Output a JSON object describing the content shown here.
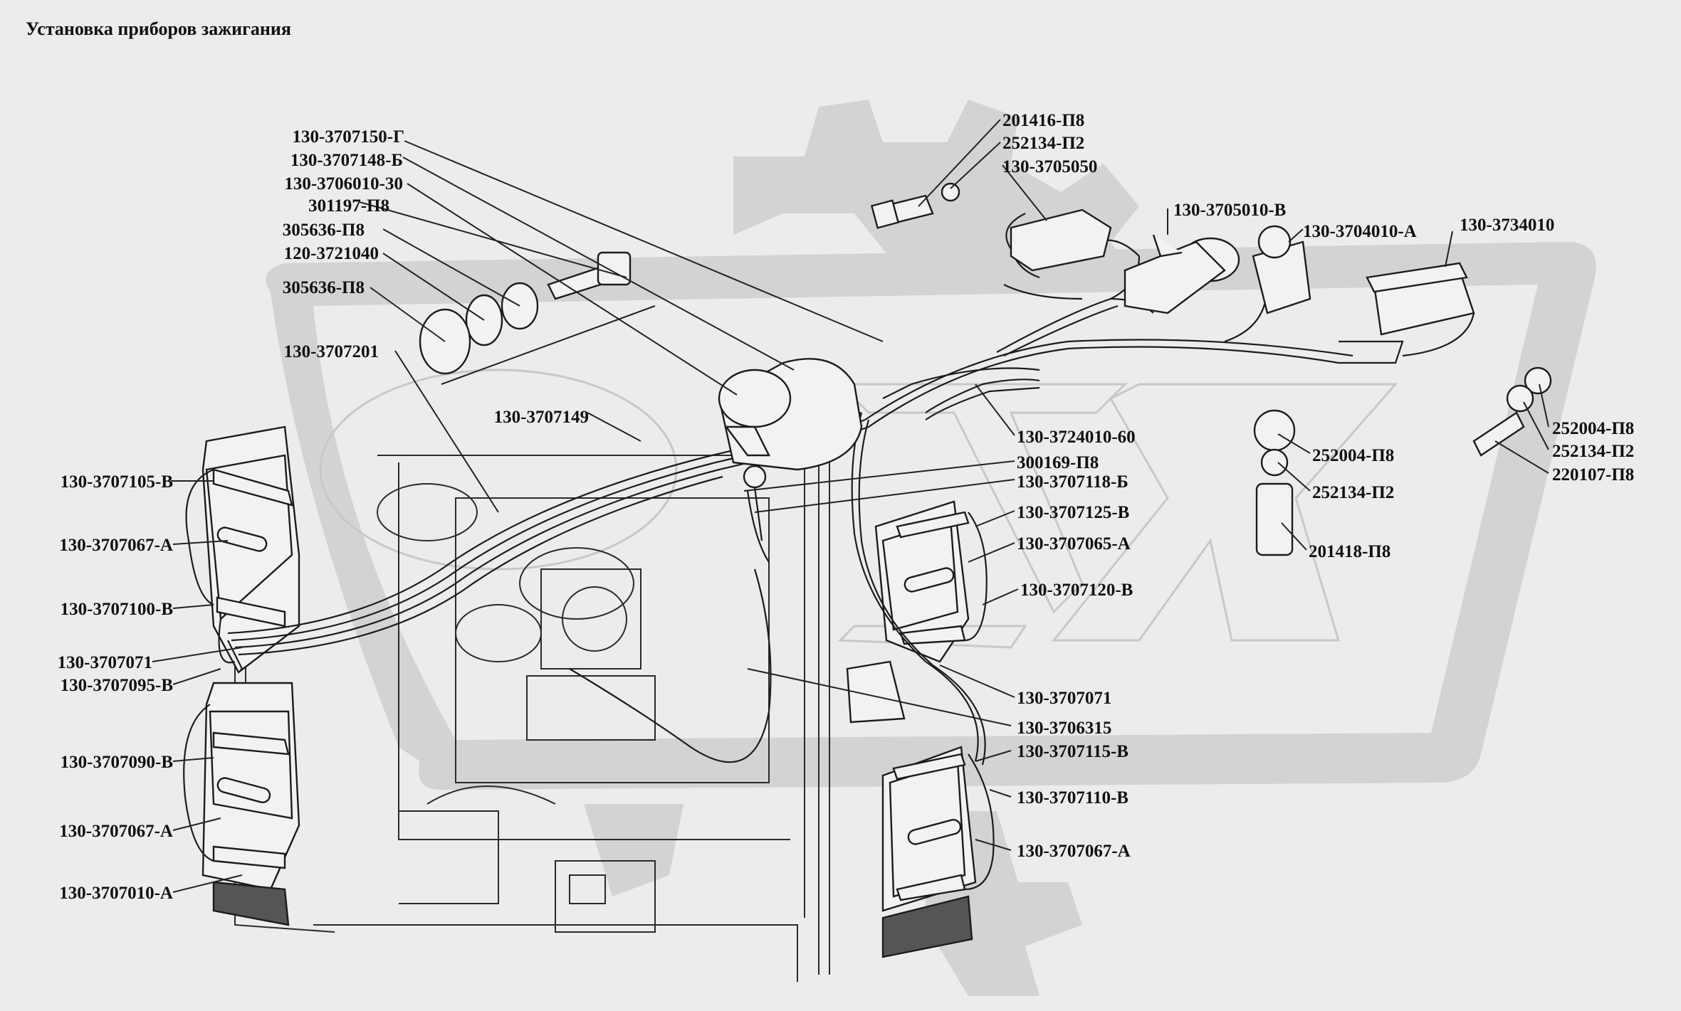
{
  "title": "Установка приборов зажигания",
  "colors": {
    "background": "#ececec",
    "watermark": "#d3d3d3",
    "ink": "#111111"
  },
  "callouts": [
    "130-3707150-Г",
    "130-3707148-Б",
    "130-3706010-30",
    "301197-П8",
    "305636-П8",
    "120-3721040",
    "305636-П8",
    "130-3707201",
    "130-3707149",
    "130-3707105-В",
    "130-3707067-А",
    "130-3707100-В",
    "130-3707071",
    "130-3707095-В",
    "130-3707090-В",
    "130-3707067-А",
    "130-3707010-А",
    "201416-П8",
    "252134-П2",
    "130-3705050",
    "130-3705010-В",
    "130-3704010-А",
    "130-3734010",
    "130-3724010-60",
    "300169-П8",
    "130-3707118-Б",
    "130-3707125-В",
    "130-3707065-А",
    "130-3707120-В",
    "130-3707071",
    "130-3706315",
    "130-3707115-В",
    "130-3707110-В",
    "130-3707067-А",
    "252004-П8",
    "252134-П2",
    "201418-П8",
    "252004-П8",
    "252134-П2",
    "220107-П8"
  ]
}
